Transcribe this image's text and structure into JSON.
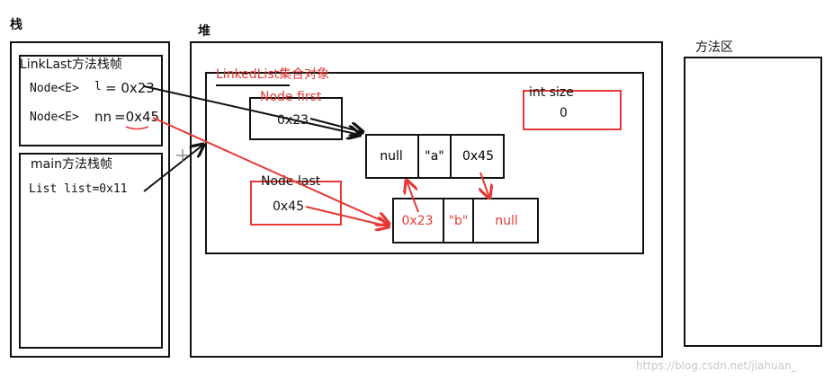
{
  "stack": {
    "title": "栈",
    "linklast_frame": {
      "title": "LinkLast方法栈帧",
      "line1_name": "Node<E>",
      "line1_var": "l",
      "line1_value": "= 0x23",
      "line2_name": "Node<E>",
      "line2_var": "nn",
      "line2_value": "=0x45"
    },
    "main_frame": {
      "title": "main方法栈帧",
      "line1": "List list=0x11"
    }
  },
  "heap": {
    "title": "堆",
    "linkedlist": {
      "title": "LinkedList集合对象",
      "first_label": "Node first",
      "first_value": "0x23",
      "last_label": "Node last",
      "last_value": "0x45",
      "size_label": "int size",
      "size_value": "0"
    },
    "node1": [
      "null",
      "\"a\"",
      "0x45"
    ],
    "node2": [
      "0x23",
      "\"b\"",
      "null"
    ]
  },
  "method_area": {
    "title": "方法区"
  },
  "watermark": "https://blog.csdn.net/jiahuan_",
  "colors": {
    "ink": "#111111",
    "red": "#e53935"
  }
}
